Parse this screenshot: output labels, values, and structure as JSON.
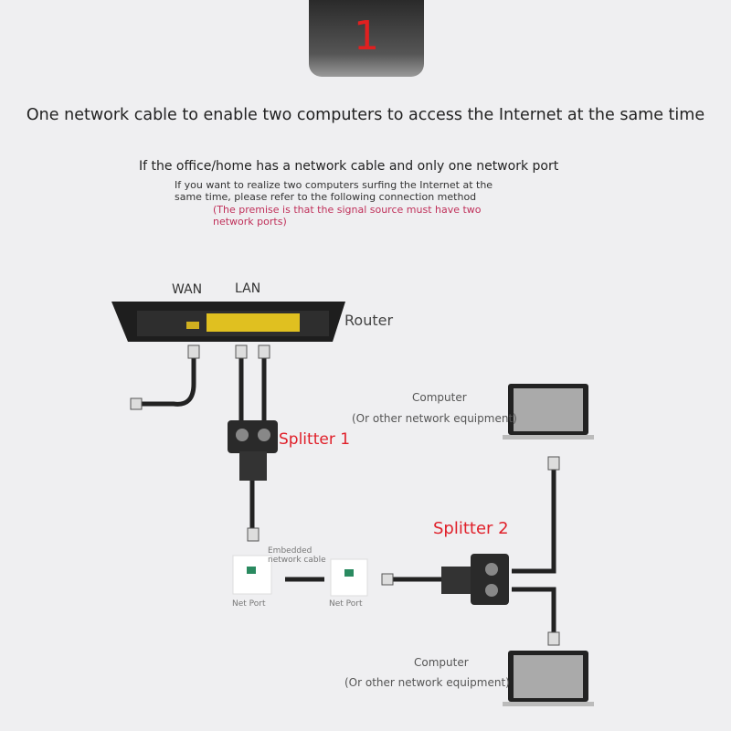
{
  "step_number": "1",
  "title": "One network cable to enable two computers to access the Internet at the same time",
  "subtitle": "If the office/home has a network cable and only one network port",
  "description": "If you want to realize two computers surfing the Internet at the same time, please refer to the following connection method",
  "note": "(The premise is that the signal source must have two network ports)",
  "router": {
    "wan": "WAN",
    "lan": "LAN",
    "label": "Router"
  },
  "splitter1": "Splitter 1",
  "splitter2": "Splitter 2",
  "computer1": {
    "label": "Computer",
    "sub": "(Or other network equipment)"
  },
  "computer2": {
    "label": "Computer",
    "sub": "(Or other network equipment)"
  },
  "embedded": "Embedded network cable",
  "net_port_1": "Net Port",
  "net_port_2": "Net Port"
}
